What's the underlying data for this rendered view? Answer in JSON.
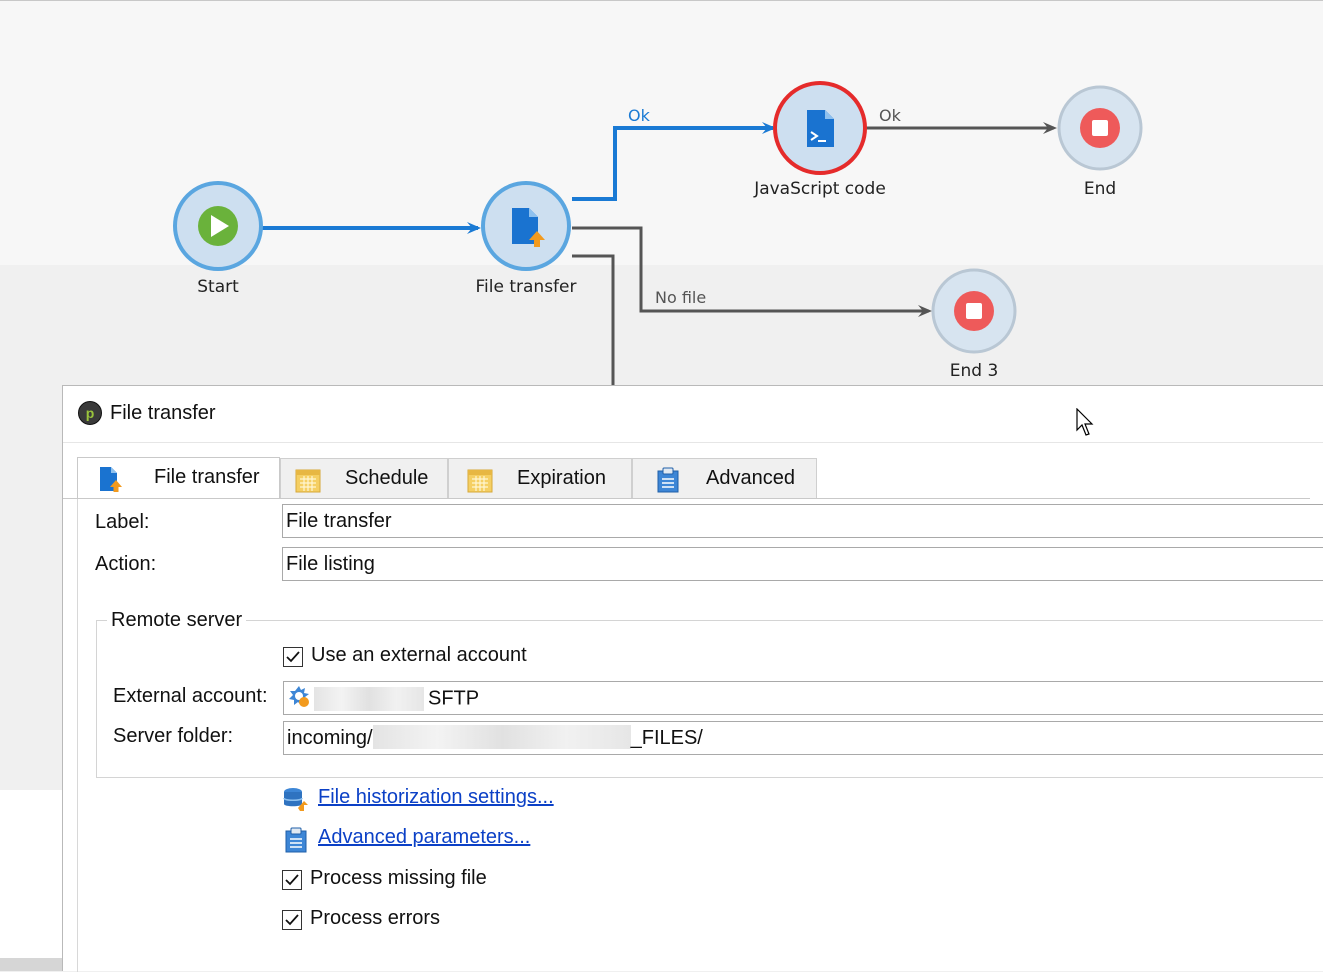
{
  "workflow": {
    "nodes": {
      "start": {
        "label": "Start",
        "icon": "play-icon"
      },
      "file_transfer": {
        "label": "File transfer",
        "icon": "file-transfer-icon"
      },
      "javascript": {
        "label": "JavaScript code",
        "icon": "script-icon"
      },
      "end": {
        "label": "End",
        "icon": "stop-icon"
      },
      "end3": {
        "label": "End 3",
        "icon": "stop-icon"
      }
    },
    "links": {
      "ok_to_js": "Ok",
      "ok_to_end": "Ok",
      "no_file": "No file"
    }
  },
  "dialog": {
    "title": "File transfer",
    "tabs": [
      {
        "label": "File transfer",
        "icon": "file-transfer-icon",
        "active": true
      },
      {
        "label": "Schedule",
        "icon": "calendar-icon",
        "active": false
      },
      {
        "label": "Expiration",
        "icon": "calendar-icon",
        "active": false
      },
      {
        "label": "Advanced",
        "icon": "clipboard-icon",
        "active": false
      }
    ],
    "form": {
      "label_label": "Label:",
      "label_value": "File transfer",
      "action_label": "Action:",
      "action_value": "File listing",
      "remote_server": {
        "legend": "Remote server",
        "use_external_label": "Use an external account",
        "use_external_checked": true,
        "external_account_label": "External account:",
        "external_account_value": "SFTP",
        "server_folder_label": "Server folder:",
        "server_folder_prefix": "incoming/",
        "server_folder_suffix": "_FILES/"
      },
      "links": {
        "historization": "File historization settings...",
        "advanced_params": "Advanced parameters..."
      },
      "process_missing_label": "Process missing file",
      "process_missing_checked": true,
      "process_errors_label": "Process errors",
      "process_errors_checked": true
    }
  },
  "colors": {
    "accent_blue": "#1a7ad4",
    "node_fill": "#cddff0",
    "node_ring": "#5aa6e0",
    "start_green": "#6ab23b",
    "stop_red": "#ee5a5a",
    "selected_ring": "#e52b2b",
    "link_gray": "#555555",
    "hyperlink": "#0b40c6"
  }
}
